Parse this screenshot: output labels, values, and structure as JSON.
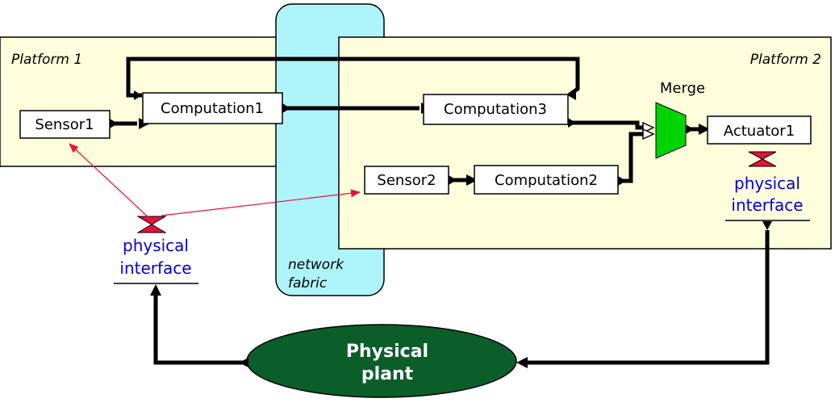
{
  "platforms": {
    "platform1_label": "Platform 1",
    "platform2_label": "Platform 2"
  },
  "network": {
    "line1": "network",
    "line2": "fabric"
  },
  "blocks": {
    "sensor1": "Sensor1",
    "computation1": "Computation1",
    "computation3": "Computation3",
    "sensor2": "Sensor2",
    "computation2": "Computation2",
    "actuator1": "Actuator1",
    "merge": "Merge"
  },
  "physical_interface": {
    "line1": "physical",
    "line2": "interface"
  },
  "plant": {
    "line1": "Physical",
    "line2": "plant"
  },
  "colors": {
    "platform_fill": "#fefedd",
    "network_fill": "#aef4fb",
    "merge_fill": "#00d400",
    "plant_fill": "#0b5e2a",
    "interface_red": "#e8103a",
    "label_blue": "#0000dd"
  }
}
